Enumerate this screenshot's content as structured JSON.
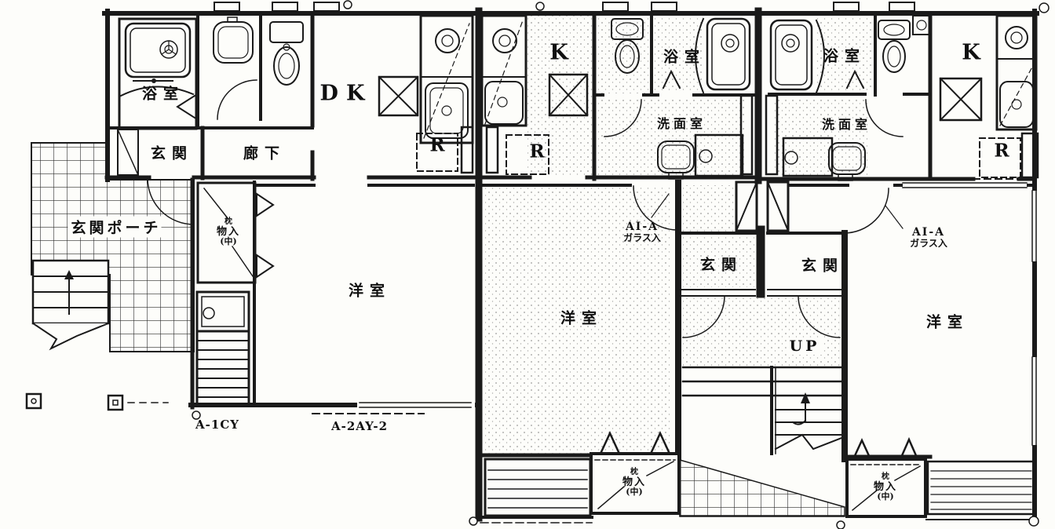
{
  "colors": {
    "ink": "#1a1a1a",
    "paper": "#fdfdfa"
  },
  "labels": {
    "bath": "浴室",
    "washroom": "洗面室",
    "dining_kitchen": "DK",
    "kitchen": "K",
    "entrance": "玄関",
    "hallway": "廊下",
    "entrance_porch": "玄関ポーチ",
    "western_room": "洋室",
    "stairs_up": "UP",
    "refrigerator": "R",
    "closet_shelf": "枕",
    "closet": "物入",
    "closet_mid": "(中)",
    "door_spec": "AI-A",
    "door_spec_material": "ガラス入",
    "panel_code_1": "A-1CY",
    "panel_code_2": "A-2AY-2"
  }
}
